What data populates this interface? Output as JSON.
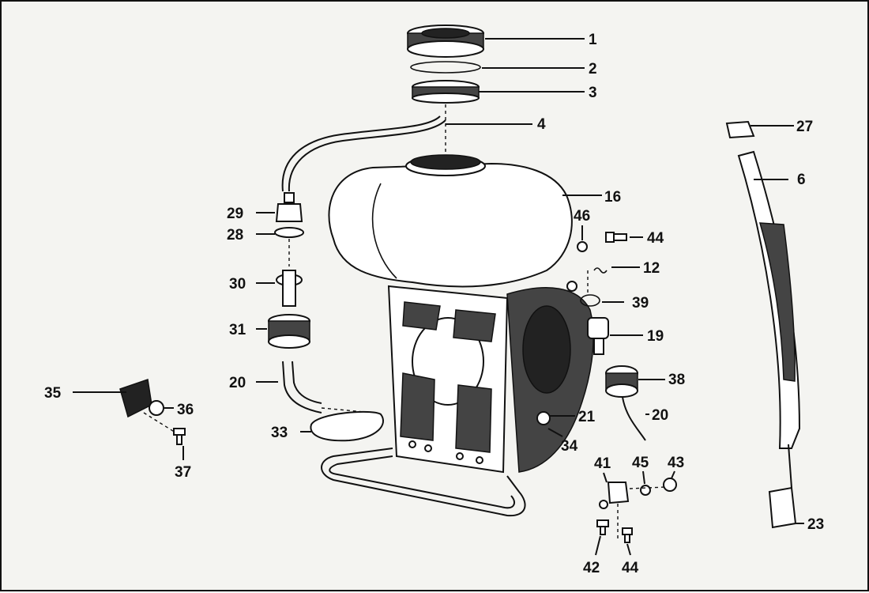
{
  "diagram": {
    "parts": {
      "p1": "1",
      "p2": "2",
      "p3": "3",
      "p4": "4",
      "p6": "6",
      "p12": "12",
      "p16": "16",
      "p19": "19",
      "p20a": "20",
      "p20b": "20",
      "p21": "21",
      "p23": "23",
      "p27": "27",
      "p28": "28",
      "p29": "29",
      "p30": "30",
      "p31": "31",
      "p33": "33",
      "p34": "34",
      "p35": "35",
      "p36": "36",
      "p37": "37",
      "p38": "38",
      "p39": "39",
      "p41": "41",
      "p42": "42",
      "p43": "43",
      "p44a": "44",
      "p44b": "44",
      "p45": "45",
      "p46": "46"
    }
  }
}
